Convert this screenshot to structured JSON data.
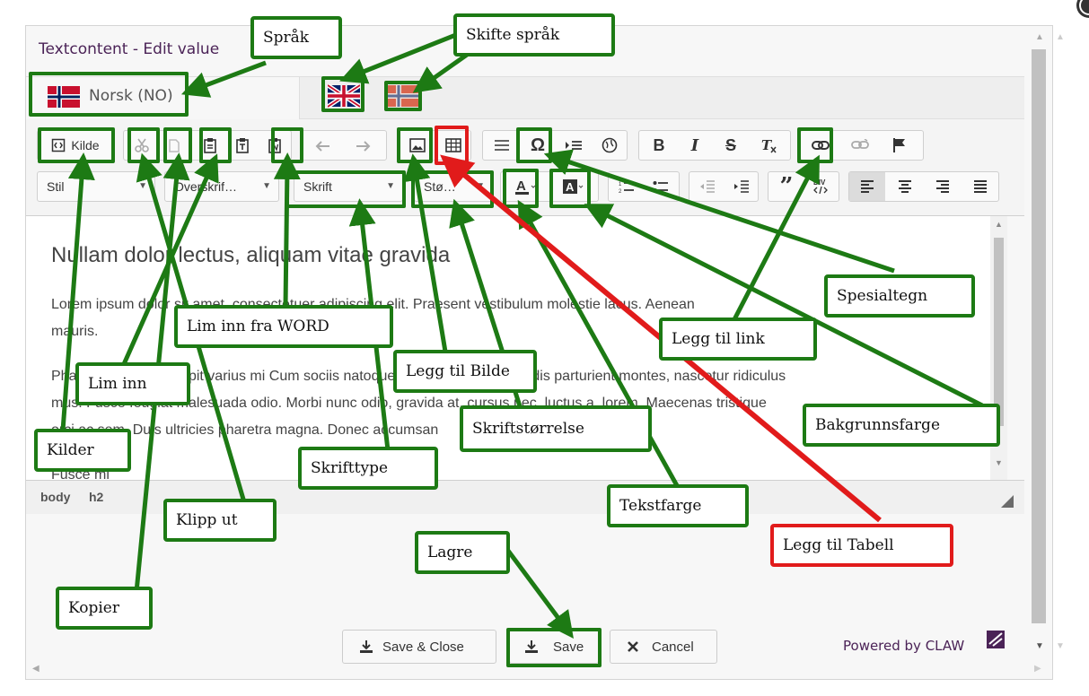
{
  "dialog": {
    "title": "Textcontent - Edit value"
  },
  "language": {
    "current": "Norsk (NO)"
  },
  "toolbar": {
    "source_label": "Kilde",
    "style_combo": "Stil",
    "format_combo": "Overskrif…",
    "font_combo": "Skrift",
    "size_combo": "Stø…",
    "bold": "B",
    "italic": "I",
    "strike": "S",
    "div_label": "DIV"
  },
  "editor": {
    "heading": "Nullam dolor lectus, aliquam vitae gravida",
    "para1_line1": "Lorem ipsum dolor sit amet, consectetuer adipiscing elit. Praesent vestibulum molestie lacus. Aenean",
    "para1_line2": "mauris.",
    "para2_line1": "Phasellus fusce suscipit varius mi Cum sociis natoque penatibus et magnis dis parturient montes, nascetur ridiculus",
    "para2_line2": "mus. Fusce feugiat malesuada odio. Morbi nunc odio, gravida at, cursus nec, luctus a, lorem. Maecenas tristique",
    "para2_line3": "orci ac sem. Duis ultricies pharetra magna. Donec accumsan",
    "para3_line1": "Fusce mi"
  },
  "path": {
    "item1": "body",
    "item2": "h2"
  },
  "buttons": {
    "save_close": "Save & Close",
    "save": "Save",
    "cancel": "Cancel"
  },
  "footer": {
    "powered": "Powered by CLAW"
  },
  "callouts": {
    "sprak": "Språk",
    "skifte_sprak": "Skifte språk",
    "spesialtegn": "Spesialtegn",
    "lim_inn_word": "Lim inn fra WORD",
    "legg_til_link": "Legg til link",
    "lim_inn": "Lim inn",
    "legg_til_bilde": "Legg til Bilde",
    "skriftstorrelse": "Skriftstørrelse",
    "bakgrunnsfarge": "Bakgrunnsfarge",
    "kilder": "Kilder",
    "skrifttype": "Skrifttype",
    "tekstfarge": "Tekstfarge",
    "klipp_ut": "Klipp ut",
    "legg_til_tabell": "Legg til Tabell",
    "lagre": "Lagre",
    "kopier": "Kopier"
  },
  "colors": {
    "annotation_green": "#1d7a14",
    "annotation_red": "#e11b1b",
    "title_purple": "#4b2357"
  }
}
